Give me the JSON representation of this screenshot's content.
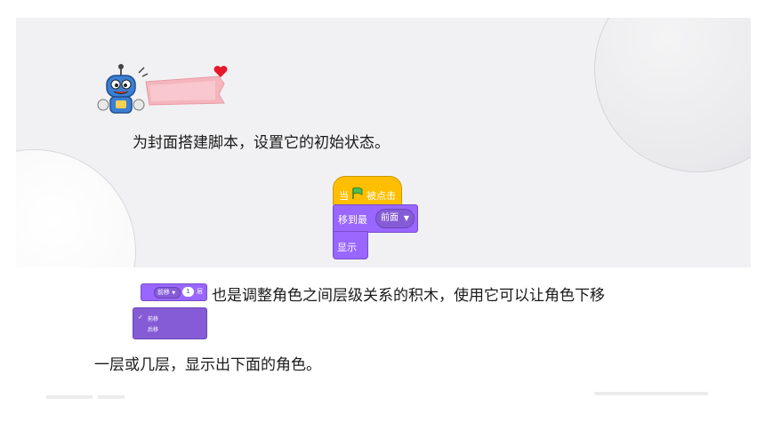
{
  "section": {
    "title": ""
  },
  "intro": {
    "text": "为封面搭建脚本，设置它的初始状态。"
  },
  "blocks": {
    "hat_when": "当",
    "hat_clicked": "被点击",
    "goto_label": "移到最",
    "goto_option": "前面",
    "show_label": "显示",
    "layer_direction": "前移",
    "layer_amount": "1",
    "layer_unit": "层",
    "menu_options": [
      "前移",
      "后移"
    ]
  },
  "caption": {
    "line1": "也是调整角色之间层级关系的积木，使用它可以让角色下移",
    "line2": "一层或几层，显示出下面的角色。"
  },
  "colors": {
    "events": "#ffbf00",
    "looks": "#9966ff",
    "looks_dark": "#855cd6",
    "ribbon": "#f5b5bd",
    "heart": "#e8192c"
  }
}
